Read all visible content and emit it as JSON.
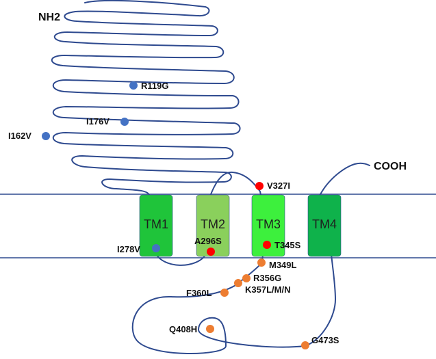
{
  "terminals": {
    "n": "NH2",
    "c": "COOH"
  },
  "segments": [
    {
      "label": "TM1",
      "color": "#1fc43a"
    },
    {
      "label": "TM2",
      "color": "#8ad05c"
    },
    {
      "label": "TM3",
      "color": "#3df03d"
    },
    {
      "label": "TM4",
      "color": "#0fb24b"
    }
  ],
  "mutations": [
    {
      "label": "R119G",
      "color": "#4472c4"
    },
    {
      "label": "I176V",
      "color": "#4472c4"
    },
    {
      "label": "I162V",
      "color": "#4472c4"
    },
    {
      "label": "V327I",
      "color": "#ff0000"
    },
    {
      "label": "I278V",
      "color": "#4472c4"
    },
    {
      "label": "A296S",
      "color": "#ff0000"
    },
    {
      "label": "T345S",
      "color": "#ff0000"
    },
    {
      "label": "M349L",
      "color": "#ed7d31"
    },
    {
      "label": "R356G",
      "color": "#ed7d31"
    },
    {
      "label": "K357L/M/N",
      "color": "#ed7d31"
    },
    {
      "label": "F360L",
      "color": "#ed7d31"
    },
    {
      "label": "Q408H",
      "color": "#ed7d31"
    },
    {
      "label": "G473S",
      "color": "#ed7d31"
    }
  ]
}
